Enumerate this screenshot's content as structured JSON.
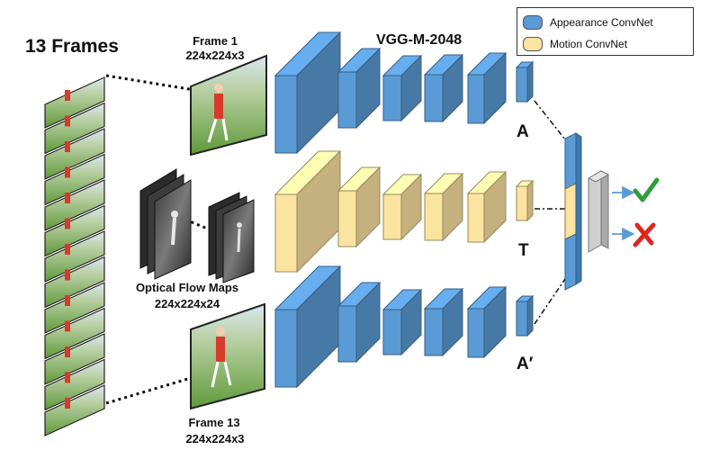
{
  "title": "13 Frames",
  "network_name": "VGG-M-2048",
  "frame_first": {
    "label": "Frame 1",
    "size": "224x224x3"
  },
  "frame_last": {
    "label": "Frame 13",
    "size": "224x224x3"
  },
  "flow": {
    "label": "Optical Flow Maps",
    "size": "224x224x24"
  },
  "branch_labels": {
    "top": "A",
    "middle": "T",
    "bottom": "A′"
  },
  "legend": [
    {
      "label": "Appearance ConvNet",
      "color": "#5b9bd5"
    },
    {
      "label": "Motion ConvNet",
      "color": "#fbe3a0"
    }
  ],
  "outputs": {
    "positive": "check-icon",
    "negative": "cross-icon"
  },
  "colors": {
    "appearance": "#5b9bd5",
    "motion": "#fbe3a0",
    "fused": "#c9c9c9",
    "positive": "#2e9e3a",
    "negative": "#e0241e",
    "arrow": "#5b9bd5"
  }
}
